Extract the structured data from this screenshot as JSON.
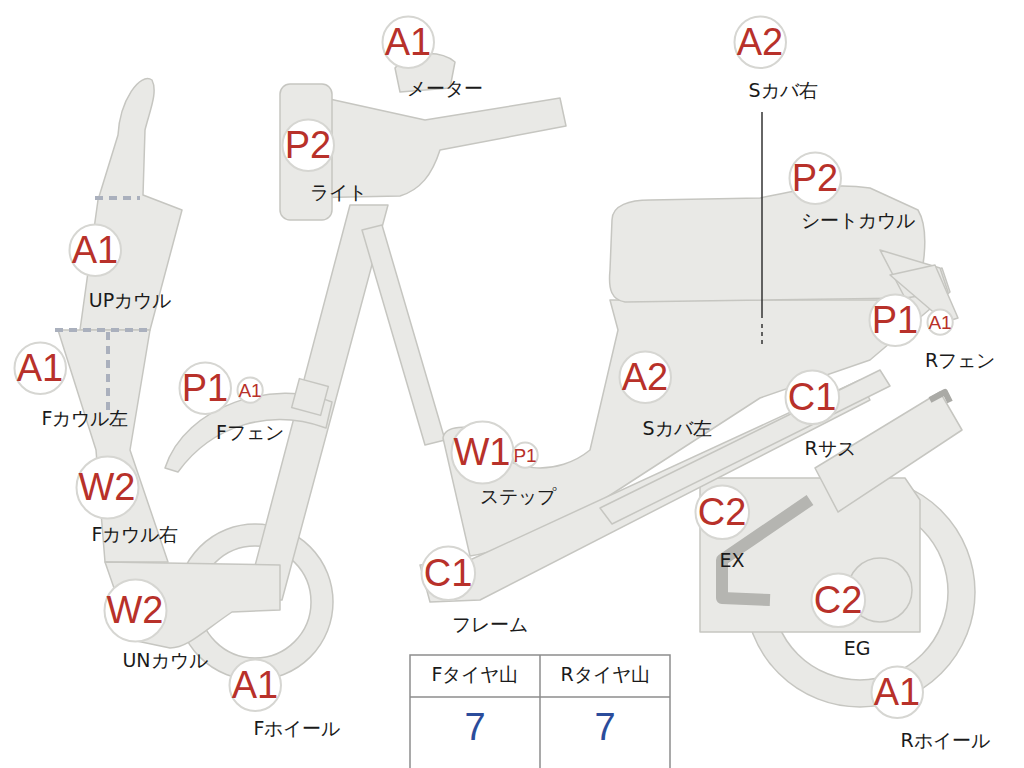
{
  "diagram": {
    "nodes": [
      {
        "text": [
          "A1"
        ]
      },
      {
        "text": [
          "A2"
        ]
      },
      {
        "text": [
          "P2"
        ]
      },
      {
        "text": [
          "P2"
        ]
      },
      {
        "text": [
          "A1"
        ]
      },
      {
        "text": [
          "P1"
        ]
      },
      {
        "text": [
          "A1"
        ]
      },
      {
        "text": [
          "A1"
        ]
      },
      {
        "text": [
          "P1"
        ]
      },
      {
        "text": [
          "A1"
        ]
      },
      {
        "text": [
          "A2"
        ]
      },
      {
        "text": [
          "C1"
        ]
      },
      {
        "text": [
          "W1"
        ]
      },
      {
        "text": [
          "P1"
        ]
      },
      {
        "text": [
          "W2"
        ]
      },
      {
        "text": [
          "C2"
        ]
      },
      {
        "text": [
          "C1"
        ]
      },
      {
        "text": [
          "W2"
        ]
      },
      {
        "text": [
          "C2"
        ]
      },
      {
        "text": [
          "A1"
        ]
      },
      {
        "text": [
          "A1"
        ]
      }
    ],
    "labels": [
      "メーター",
      "Sカバ右",
      "ライト",
      "シートカウル",
      "UPカウル",
      "Rフェン",
      "Fカウル左",
      "Fフェン",
      "Sカバ左",
      "Rサス",
      "ステップ",
      "Fカウル右",
      "EX",
      "フレーム",
      "UNカウル",
      "EG",
      "Fホイール",
      "Rホイール",
      "Fタイヤ山",
      "Rタイヤ山",
      "7",
      "7"
    ]
  }
}
